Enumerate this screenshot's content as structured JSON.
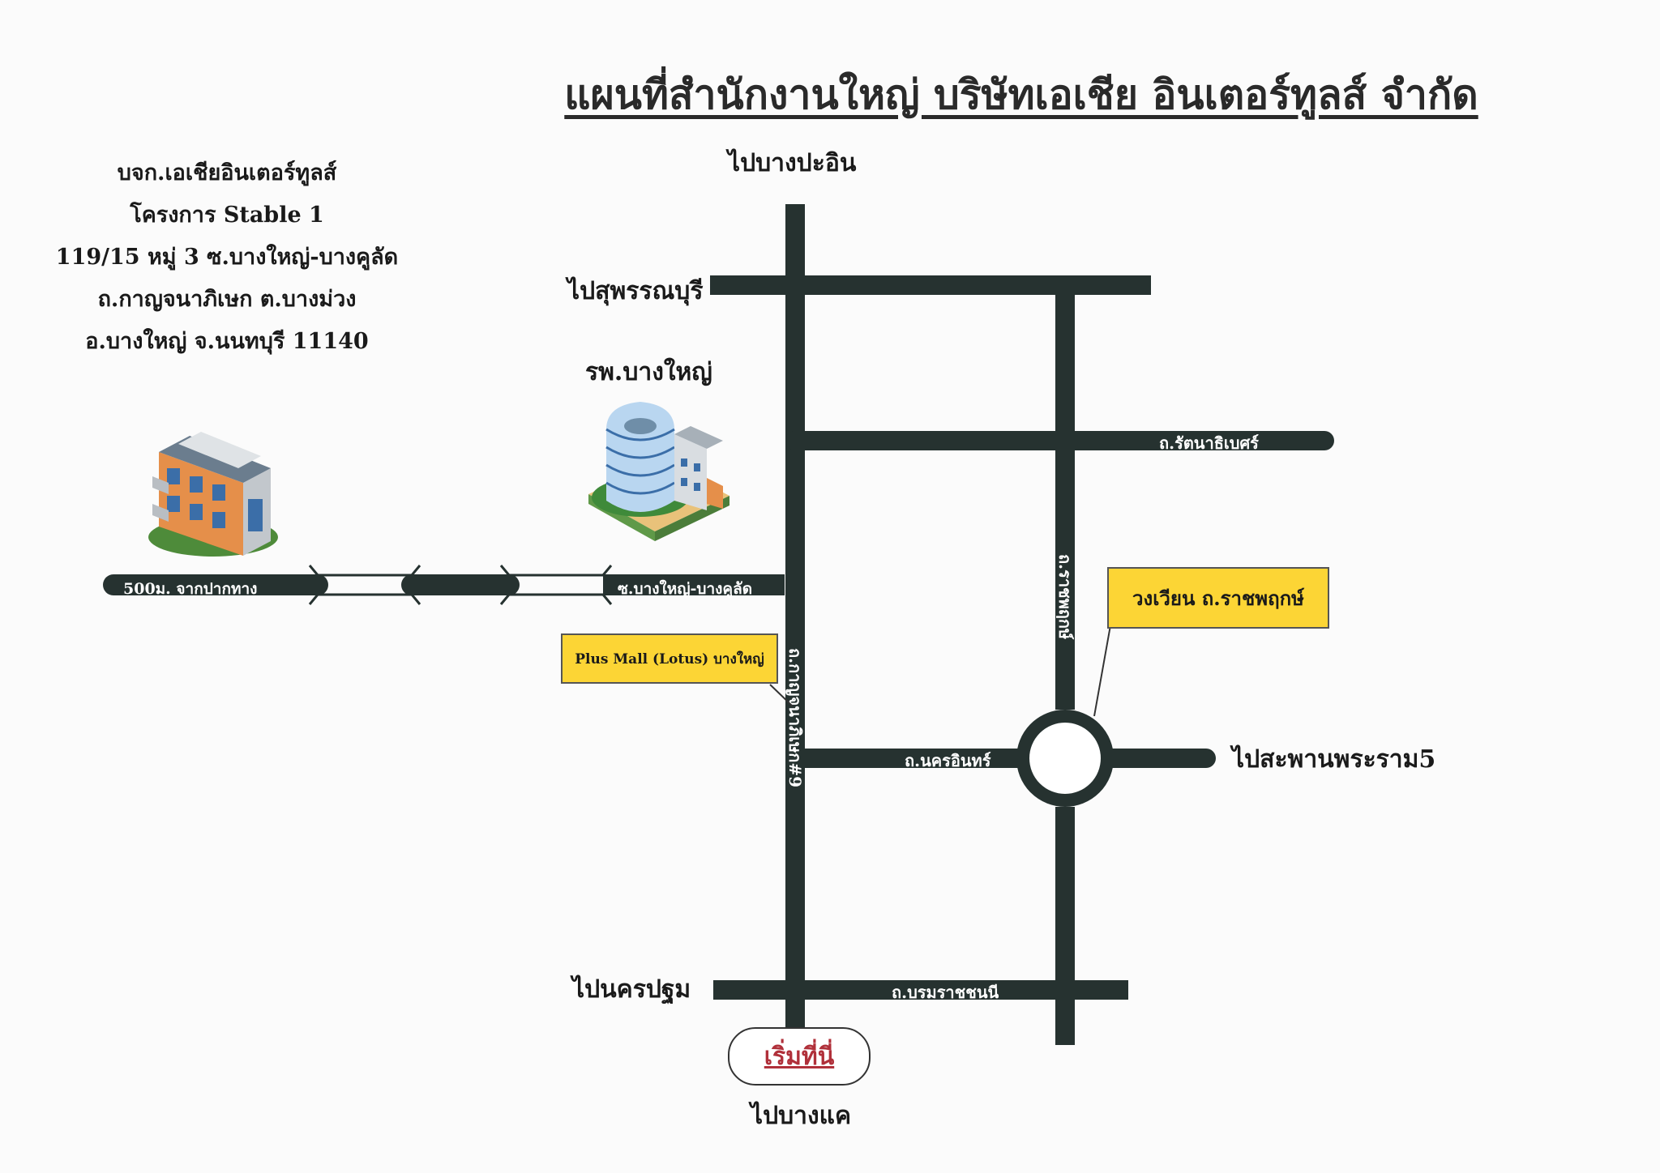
{
  "title": "แผนที่สำนักงานใหญ่ บริษัทเอเชีย อินเตอร์ทูลส์ จำกัด",
  "address": {
    "line1": "บจก.เอเชียอินเตอร์ทูลส์",
    "line2": "โครงการ Stable 1",
    "line3": "119/15 หมู่ 3 ซ.บางใหญ่-บางคูลัด",
    "line4": "ถ.กาญจนาภิเษก ต.บางม่วง",
    "line5": "อ.บางใหญ่ จ.นนทบุรี 11140"
  },
  "directions": {
    "north": "ไปบางปะอิน",
    "suphan": "ไปสุพรรณบุรี",
    "rama5": "ไปสะพานพระราม5",
    "nakhonpathom": "ไปนครปฐม",
    "bangkhae": "ไปบางแค"
  },
  "landmarks": {
    "hospital": "รพ.บางใหญ่",
    "mall": "Plus Mall (Lotus) บางใหญ่",
    "roundabout": "วงเวียน ถ.ราชพฤกษ์",
    "start": "เริ่มที่นี่"
  },
  "roads": {
    "soi_distance": "500ม. จากปากทาง",
    "soi_name": "ซ.บางใหญ่-บางคูลัด",
    "rattanathibet": "ถ.รัตนาธิเบศร์",
    "ratchaphruek": "ถ.ราชพฤกษ์",
    "kanchanaphisek": "ถ.กาญจนาภิเษก#9",
    "nakhon_in": "ถ.นครอินทร์",
    "borommaratchachonnani": "ถ.บรมราชชนนี"
  },
  "colors": {
    "road": "#263230",
    "callout": "#fcd535",
    "start_text": "#b0303a"
  },
  "icons": {
    "office": "office-building-icon",
    "hospital": "hospital-building-icon"
  }
}
